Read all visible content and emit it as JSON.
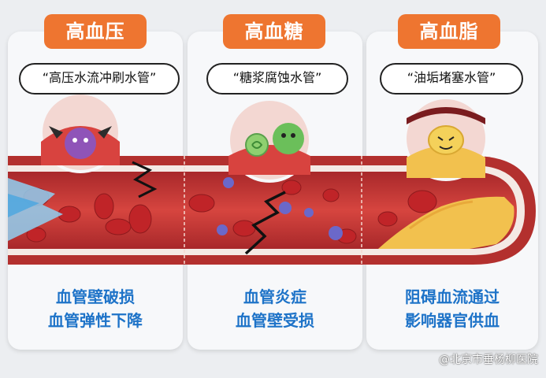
{
  "cards": [
    {
      "title": "高血压",
      "quote": "“高压水流冲刷水管”",
      "effects": [
        "血管壁破损",
        "血管弹性下降"
      ]
    },
    {
      "title": "高血糖",
      "quote": "“糖浆腐蚀水管”",
      "effects": [
        "血管炎症",
        "血管壁受损"
      ]
    },
    {
      "title": "高血脂",
      "quote": "“油垢堵塞水管”",
      "effects": [
        "阻碍血流通过",
        "影响器官供血"
      ]
    }
  ],
  "watermark": "@北京市垂杨柳医院",
  "colors": {
    "accent": "#ee7530",
    "effect_text": "#1e73c8",
    "vessel": "#c73a35",
    "plaque": "#f2c14e",
    "virus": "#6b68c9"
  },
  "icons": [
    "virus-monster-icon",
    "sugar-monster-icon",
    "fat-monster-icon",
    "crack-icon",
    "water-jet-icon"
  ]
}
